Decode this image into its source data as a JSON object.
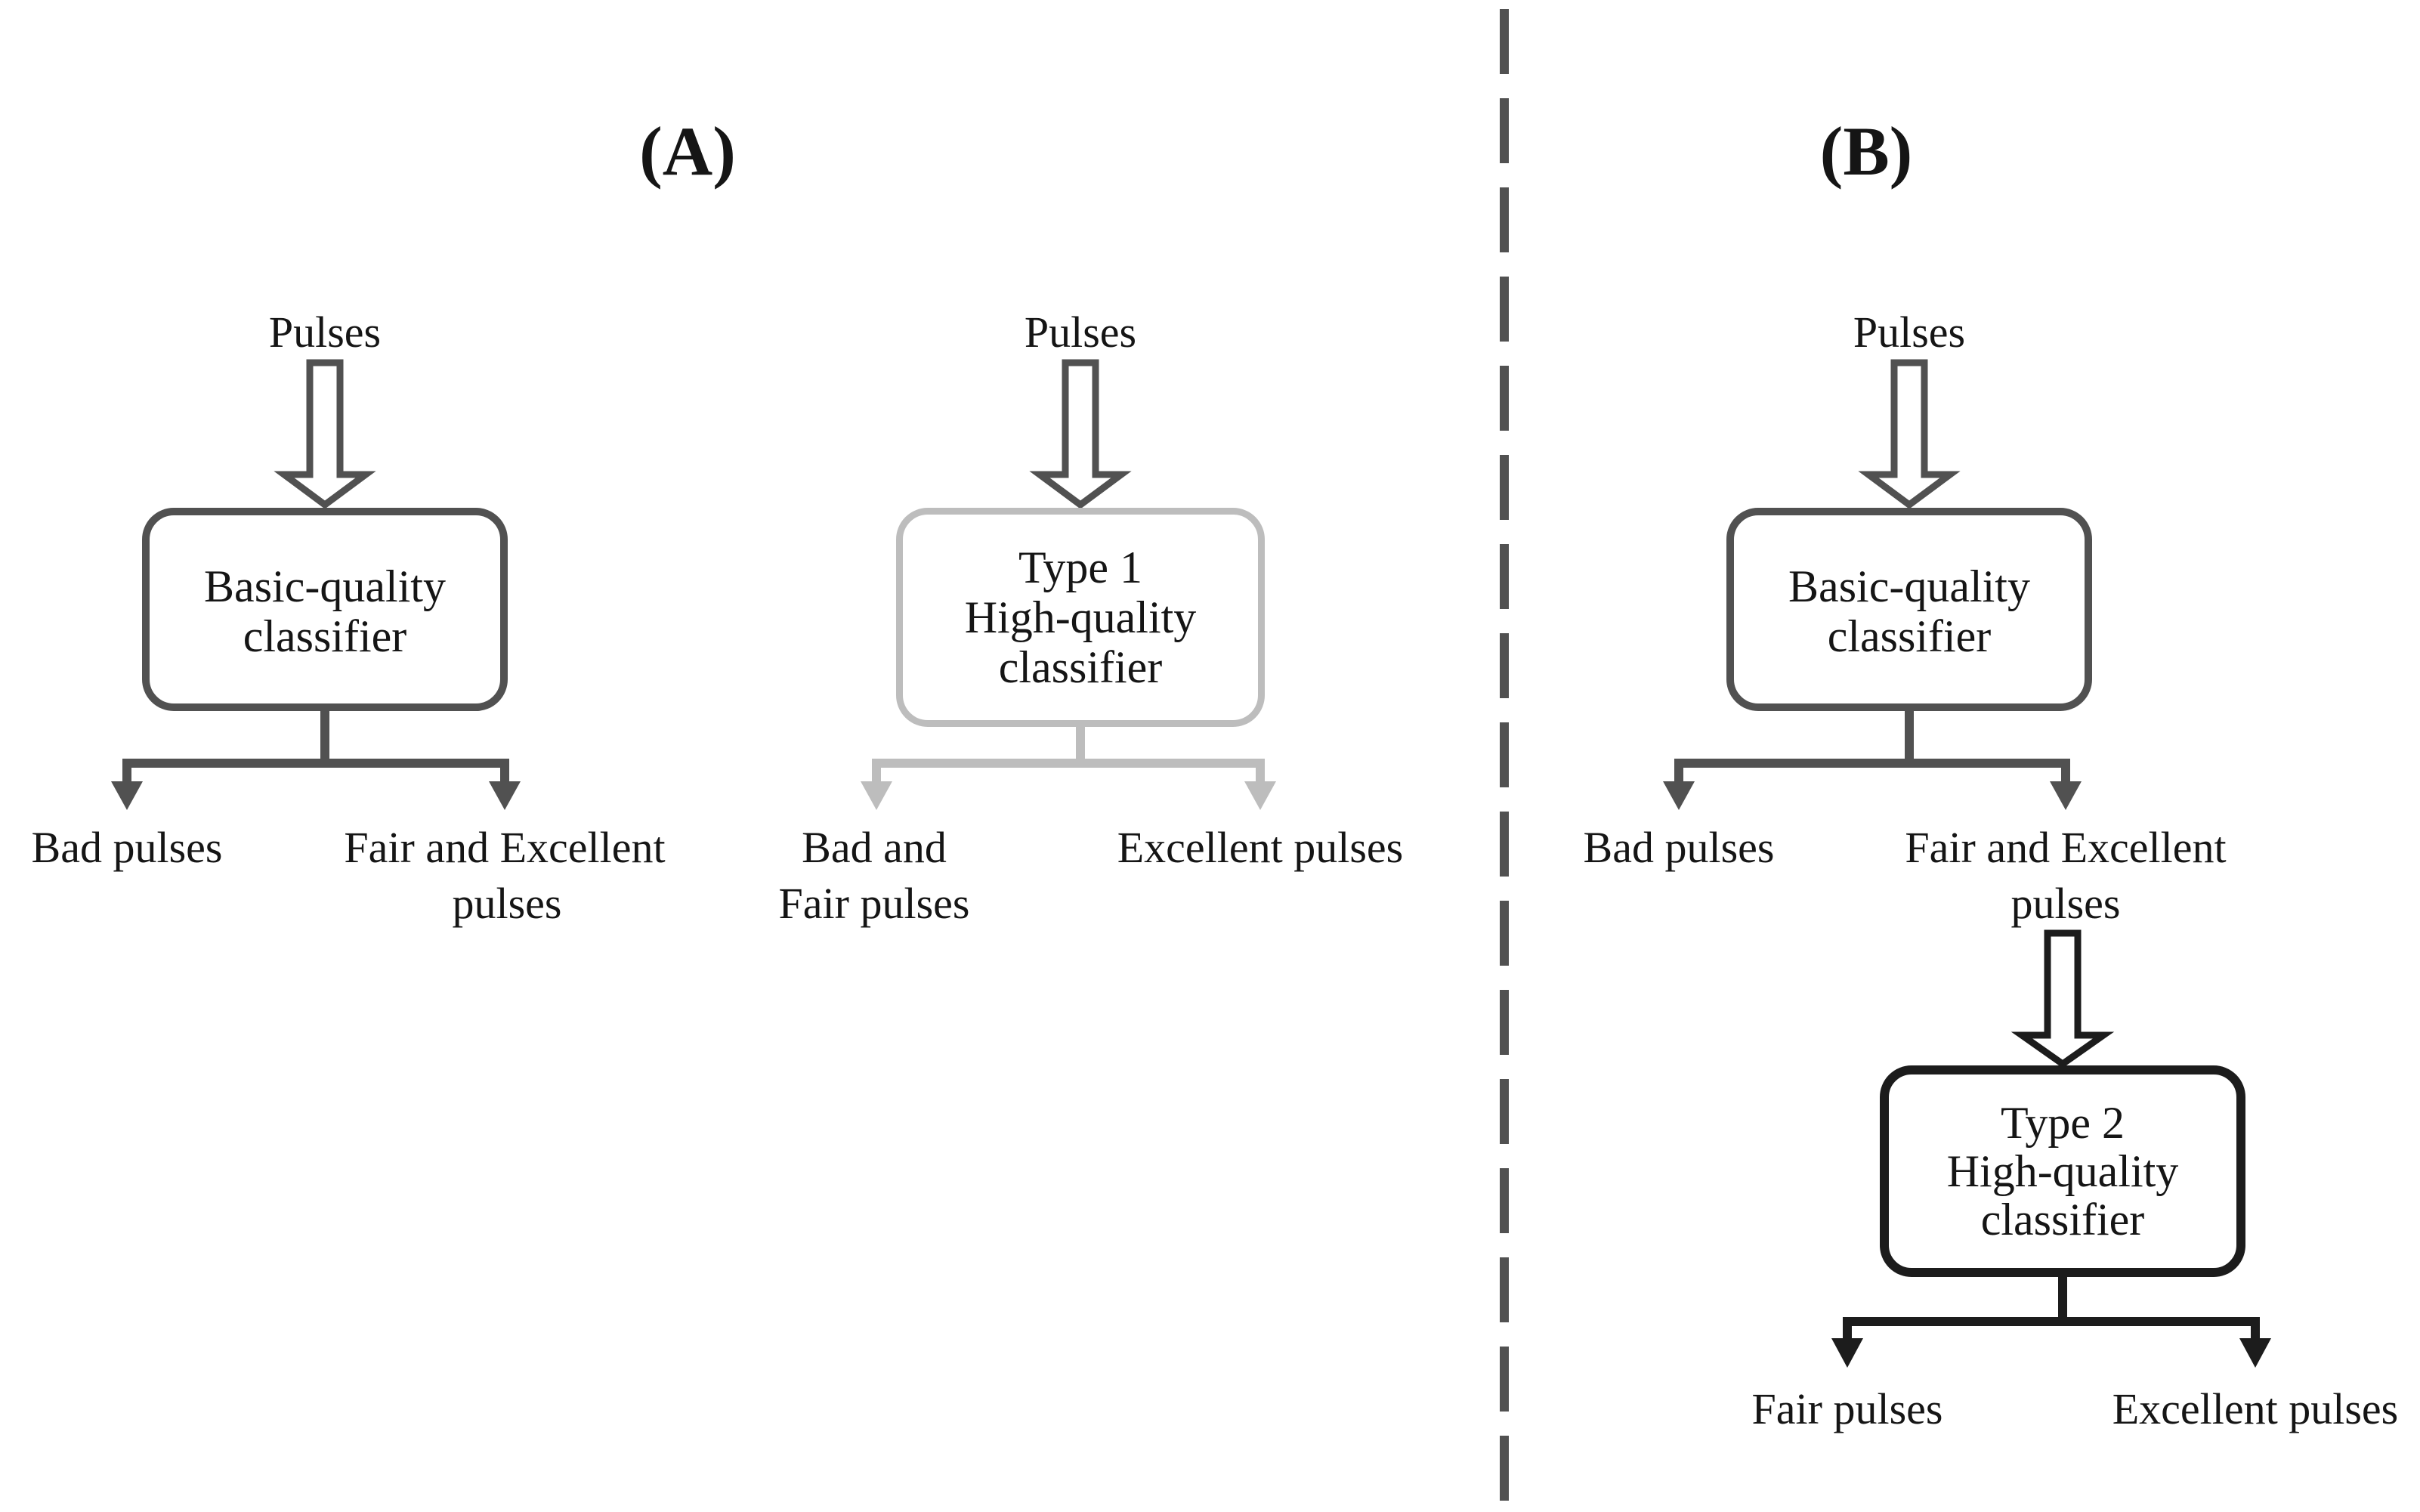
{
  "figure": {
    "description_caption": "",
    "panel_a_title": "(A)",
    "panel_b_title": "(B)"
  },
  "colors": {
    "flow_dark_gray": "#515151",
    "flow_light_gray": "#bdbdbd",
    "flow_black": "#1c1c1c",
    "text": "#151515",
    "background": "#ffffff"
  },
  "basic_a": {
    "input": "Pulses",
    "box_line1": "Basic-quality",
    "box_line2": "classifier",
    "out_left1": "Bad pulses",
    "out_right1": "Fair and Excellent",
    "out_right2": "pulses"
  },
  "type1": {
    "input": "Pulses",
    "box_line1": "Type 1",
    "box_line2": "High-quality",
    "box_line3": "classifier",
    "out_left1": "Bad and",
    "out_left2": "Fair pulses",
    "out_right1": "Excellent pulses"
  },
  "basic_b": {
    "input": "Pulses",
    "box_line1": "Basic-quality",
    "box_line2": "classifier",
    "out_left1": "Bad pulses",
    "out_right1": "Fair and Excellent",
    "out_right2": "pulses"
  },
  "type2": {
    "box_line1": "Type 2",
    "box_line2": "High-quality",
    "box_line3": "classifier",
    "out_left1": "Fair pulses",
    "out_right1": "Excellent pulses"
  }
}
